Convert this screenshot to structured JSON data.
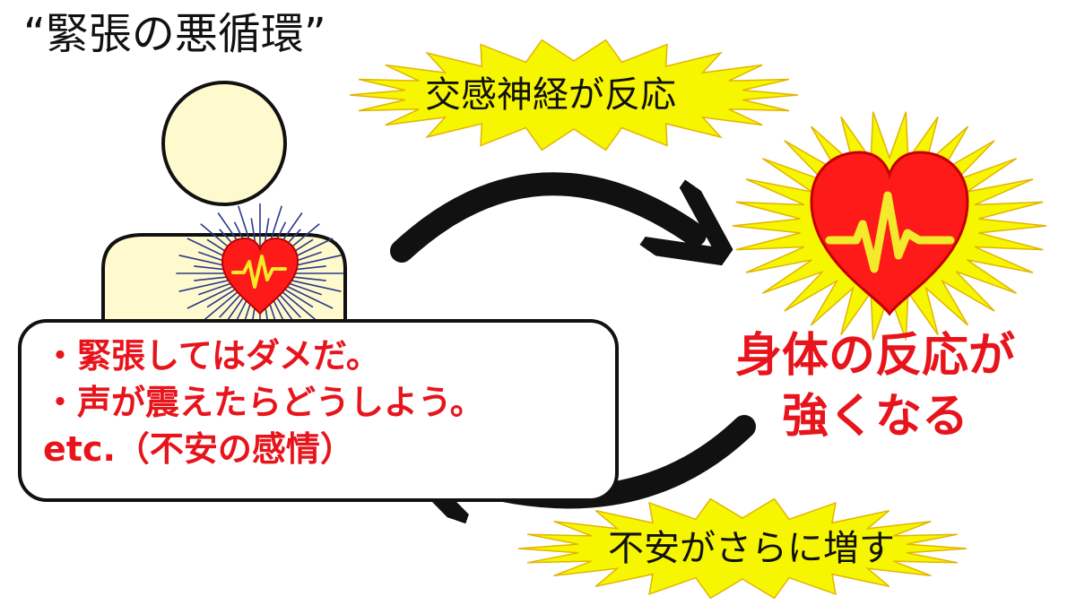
{
  "title": "“緊張の悪循環”",
  "top_burst": {
    "label": "交感神経が反応"
  },
  "bottom_burst": {
    "label": "不安がさらに増す"
  },
  "body_reaction": {
    "line1": "身体の反応が",
    "line2": "強くなる"
  },
  "thought_bubble": {
    "lines": [
      "・緊張してはダメだ。",
      "・声が震えたらどうしよう。",
      "etc.（不安の感情）"
    ]
  },
  "colors": {
    "red": "#e8141c",
    "heart_red": "#ff1a1a",
    "burst_yellow": "#f6f600",
    "person_fill": "#fffacd",
    "arrow_black": "#111111",
    "pulse_yellow": "#f2ea2a"
  },
  "icons": [
    "person-icon",
    "heart-icon",
    "pulse-line-icon",
    "curved-arrow-icon",
    "starburst-icon"
  ]
}
